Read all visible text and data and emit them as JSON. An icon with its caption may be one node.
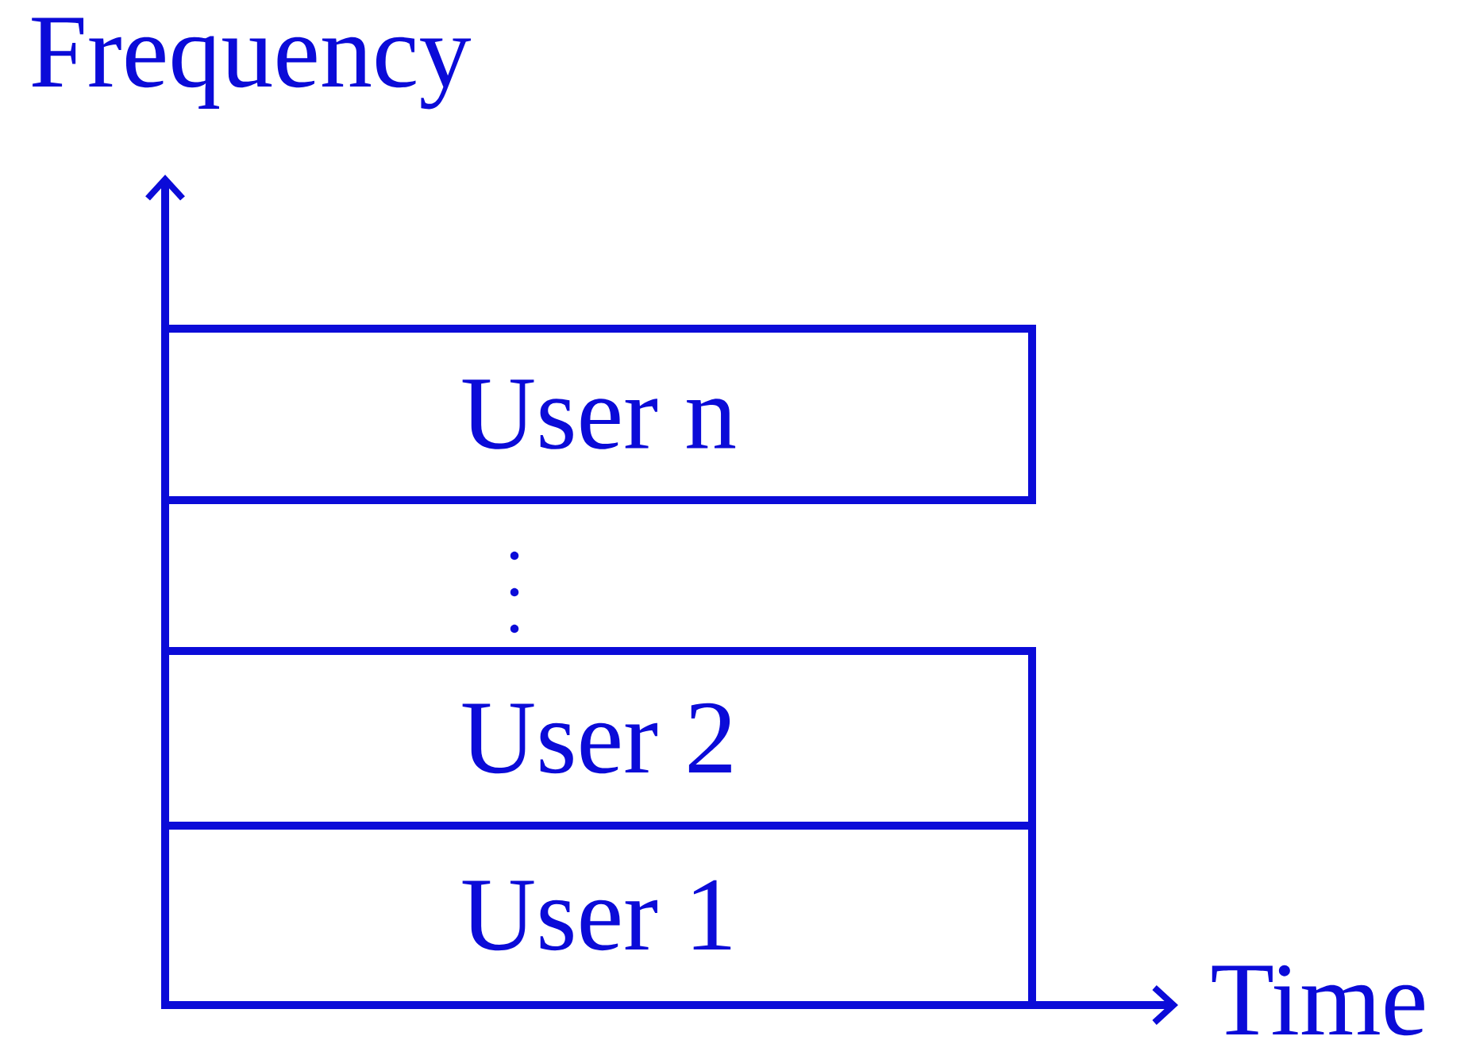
{
  "diagram": {
    "nodes": [
      {
        "text": [
          "User n"
        ]
      },
      {
        "text": [
          "User 2"
        ]
      },
      {
        "text": [
          "User 1"
        ]
      }
    ],
    "labels": [
      "Frequency",
      "Time"
    ]
  }
}
